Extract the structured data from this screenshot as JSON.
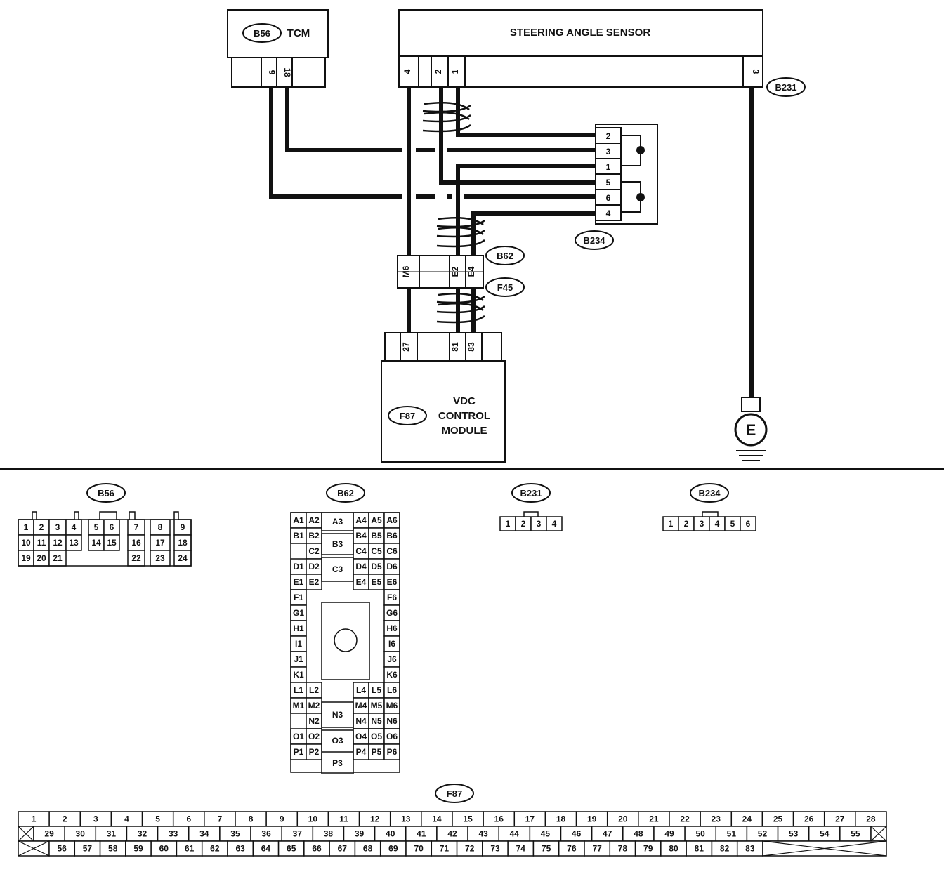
{
  "tcm": {
    "badge": "B56",
    "name": "TCM",
    "pins": [
      "9",
      "18"
    ]
  },
  "sensor": {
    "name": "STEERING ANGLE SENSOR",
    "pins": [
      "4",
      "2",
      "1",
      "3"
    ],
    "badge": "B231"
  },
  "b234": {
    "badge": "B234",
    "pins": [
      "2",
      "3",
      "1",
      "5",
      "6",
      "4"
    ]
  },
  "junction": {
    "badge_top": "B62",
    "badge_bottom": "F45",
    "pins": [
      "M6",
      "E2",
      "E4"
    ]
  },
  "vdc": {
    "badge": "F87",
    "name_lines": [
      "VDC",
      "CONTROL",
      "MODULE"
    ],
    "pins": [
      "27",
      "81",
      "83"
    ]
  },
  "ground": {
    "label": "E"
  },
  "views": {
    "b56": {
      "title": "B56",
      "rows": [
        [
          "1",
          "2",
          "3",
          "4",
          "5",
          "6",
          "7",
          "8",
          "9"
        ],
        [
          "10",
          "11",
          "12",
          "13",
          "14",
          "15",
          "16",
          "17",
          "18"
        ],
        [
          "19",
          "20",
          "21",
          "22",
          "23",
          "24"
        ]
      ]
    },
    "b62": {
      "title": "B62",
      "left": [
        "A1",
        "A2",
        "B1",
        "B2",
        "C2",
        "D1",
        "D2",
        "E1",
        "E2",
        "F1",
        "G1",
        "H1",
        "I1",
        "J1",
        "K1",
        "L1",
        "L2",
        "M1",
        "M2",
        "N2",
        "O1",
        "O2",
        "P1",
        "P2"
      ],
      "center": [
        "A3",
        "B3",
        "C3",
        "N3",
        "O3",
        "P3"
      ],
      "right": [
        "A4",
        "A5",
        "A6",
        "B4",
        "B5",
        "B6",
        "C4",
        "C5",
        "C6",
        "D4",
        "D5",
        "D6",
        "E4",
        "E5",
        "E6",
        "F6",
        "G6",
        "H6",
        "I6",
        "J6",
        "K6",
        "L4",
        "L5",
        "L6",
        "M4",
        "M5",
        "M6",
        "N4",
        "N5",
        "N6",
        "O4",
        "O5",
        "O6",
        "P4",
        "P5",
        "P6"
      ]
    },
    "b231": {
      "title": "B231",
      "cells": [
        "1",
        "2",
        "3",
        "4"
      ]
    },
    "b234": {
      "title": "B234",
      "cells": [
        "1",
        "2",
        "3",
        "4",
        "5",
        "6"
      ]
    },
    "f87": {
      "title": "F87",
      "row1": [
        "1",
        "2",
        "3",
        "4",
        "5",
        "6",
        "7",
        "8",
        "9",
        "10",
        "11",
        "12",
        "13",
        "14",
        "15",
        "16",
        "17",
        "18",
        "19",
        "20",
        "21",
        "22",
        "23",
        "24",
        "25",
        "26",
        "27",
        "28"
      ],
      "row2": [
        "29",
        "30",
        "31",
        "32",
        "33",
        "34",
        "35",
        "36",
        "37",
        "38",
        "39",
        "40",
        "41",
        "42",
        "43",
        "44",
        "45",
        "46",
        "47",
        "48",
        "49",
        "50",
        "51",
        "52",
        "53",
        "54",
        "55"
      ],
      "row3": [
        "56",
        "57",
        "58",
        "59",
        "60",
        "61",
        "62",
        "63",
        "64",
        "65",
        "66",
        "67",
        "68",
        "69",
        "70",
        "71",
        "72",
        "73",
        "74",
        "75",
        "76",
        "77",
        "78",
        "79",
        "80",
        "81",
        "82",
        "83"
      ]
    }
  }
}
